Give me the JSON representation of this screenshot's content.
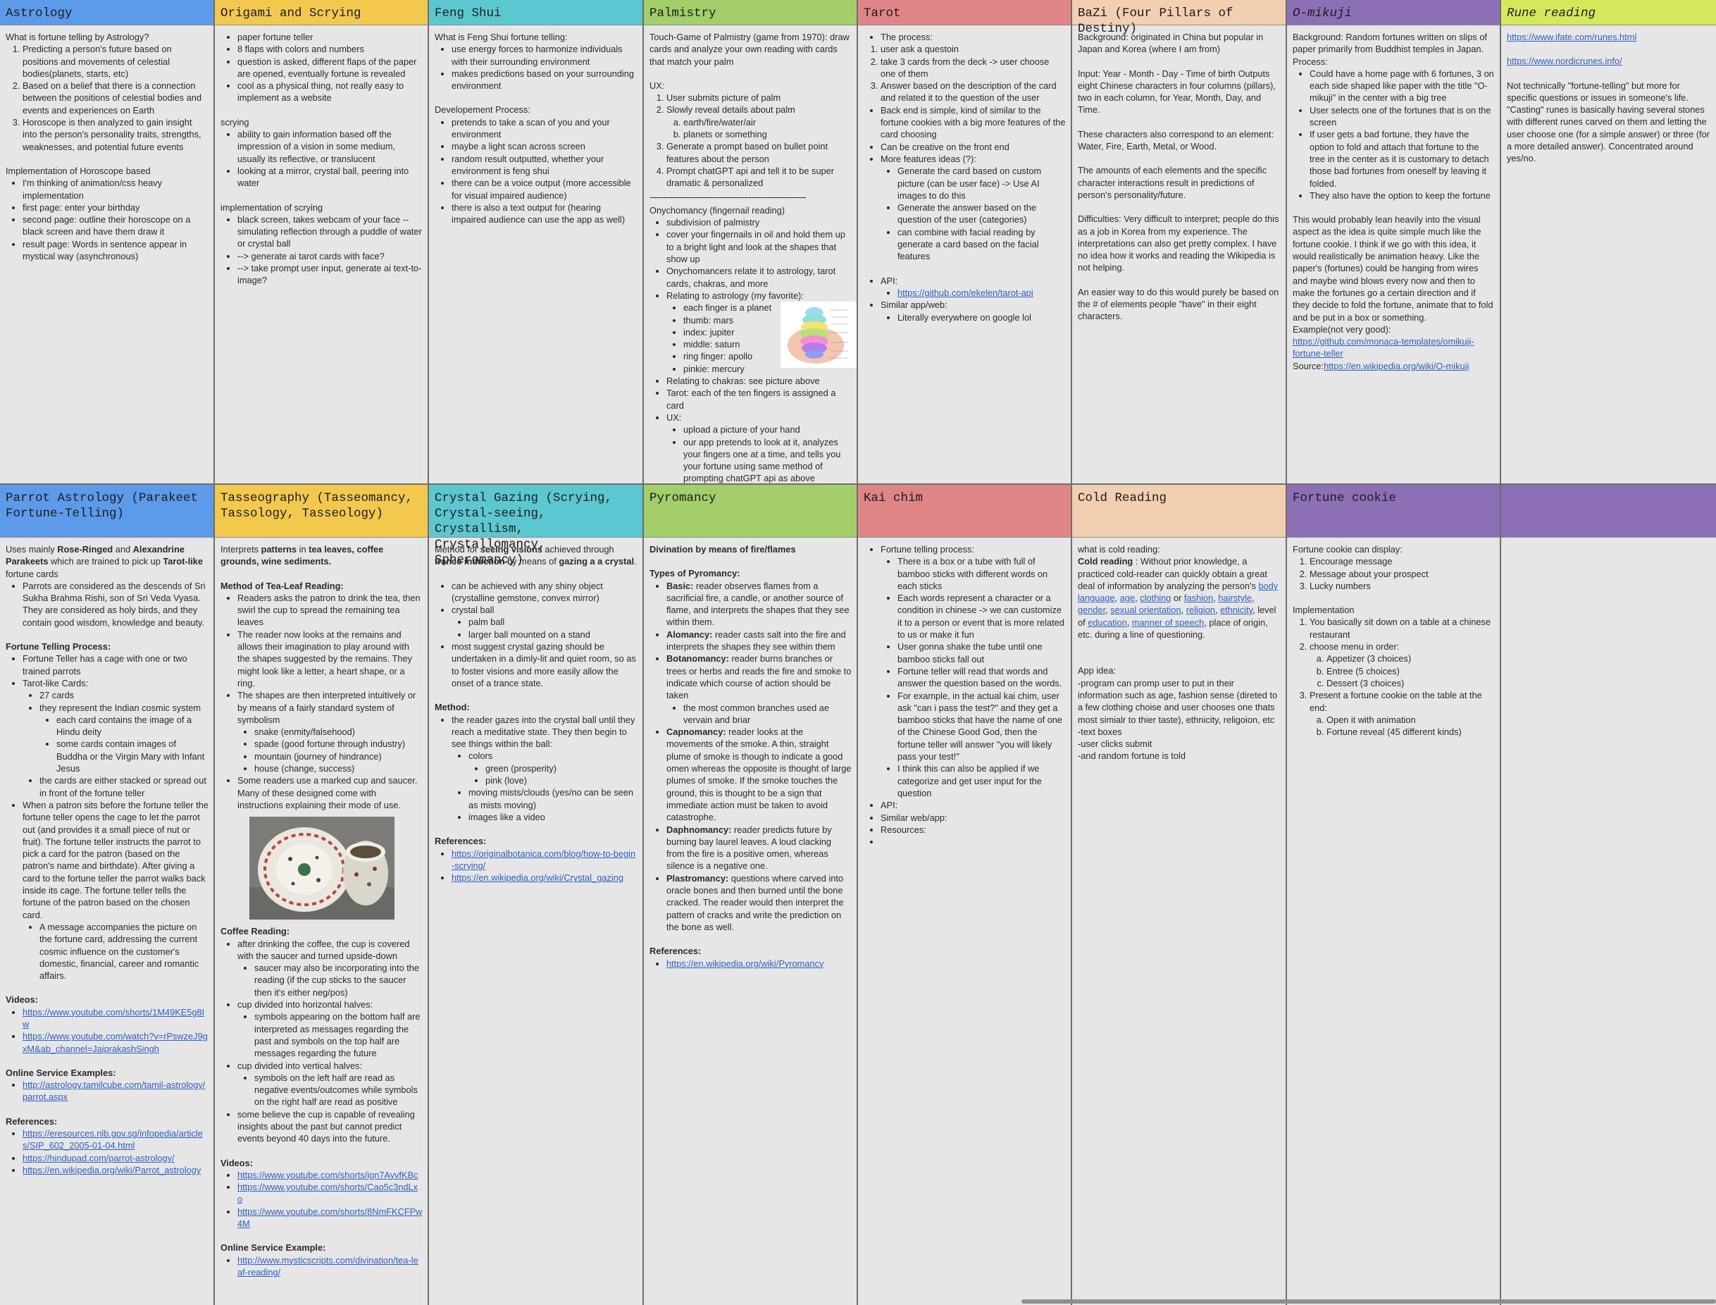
{
  "colors": {
    "blue": "#5b9bea",
    "yellow": "#f2c94c",
    "teal": "#5bc8d0",
    "green": "#a3cf6a",
    "red": "#e08585",
    "peach": "#f3cfb1",
    "purple": "#8c6fb5",
    "lime": "#d6e85a"
  },
  "row1": {
    "astrology": {
      "title": "Astrology",
      "q": "What is fortune telling by Astrology?",
      "list": [
        "Predicting a person's future based on positions and movements of celestial bodies(planets, starts, etc)",
        "Based on a belief that there is a connection between the positions of celestial bodies and events and experiences on Earth",
        "Horoscope is then analyzed to gain insight into the person's personality traits, strengths, weaknesses, and potential future events"
      ],
      "impl": "Implementation of Horoscope based",
      "impl_list": [
        "I'm thinking of animation/css heavy implementation",
        "first page: enter your birthday",
        "second page: outline their horoscope on a black screen and have them draw it",
        "result page: Words in sentence appear in mystical way (asynchronous)"
      ]
    },
    "origami": {
      "title": "Origami and Scrying",
      "list": [
        "paper fortune teller",
        "8 flaps with colors and numbers",
        "question is asked, different flaps of the paper are opened, eventually fortune is revealed",
        "cool as a physical thing, not really easy to implement as a website"
      ],
      "scrying": "scrying",
      "scrying_list": [
        "ability to gain information based off the impression of a vision in some medium, usually its reflective, or translucent",
        "looking at a mirror, crystal ball, peering into water"
      ],
      "impl": "implementation of scrying",
      "impl_list": [
        "black screen, takes webcam of your face -- simulating reflection through a puddle of water or crystal ball",
        "--> generate ai tarot cards with face?",
        "--> take prompt user input, generate ai text-to-image?"
      ]
    },
    "fengshui": {
      "title": "Feng Shui",
      "q": "What is Feng Shui fortune telling:",
      "list": [
        "use energy forces to harmonize individuals with their surrounding environment",
        "makes predictions based on your surrounding environment"
      ],
      "dev": "Developement Process:",
      "dev_list": [
        "pretends to take a scan of you and your environment",
        "maybe a light scan across screen",
        "random result outputted, whether your environment is feng shui",
        "there can be a voice output (more accessible for visual impaired audience)",
        "there is also a text output for (hearing impaired audience can use the app as well)"
      ]
    },
    "palmistry": {
      "title": "Palmistry",
      "intro": "Touch-Game of Palmistry (game from 1970): draw cards and analyze your own reading with cards that match your palm",
      "ux": "UX:",
      "ux_list": [
        "User submits picture of palm",
        "Slowly reveal details about palm",
        "Generate a prompt based on bullet point features about the person",
        "Prompt chatGPT api and tell it to be super dramatic & personalized"
      ],
      "ux_sub": [
        "earth/fire/water/air",
        "planets or something"
      ],
      "divider": "--------------------------------------------------------------------",
      "ony": "Onychomancy (fingernail reading)",
      "ony_list": [
        "subdivision of palmistry",
        "cover your fingernails in oil and hold them up to a bright light and look at the shapes that show up",
        "Onychomancers relate it to astrology, tarot cards, chakras, and more",
        "Relating to astrology (my favorite):"
      ],
      "fingers": [
        "each finger is a planet",
        "thumb: mars",
        "index: jupiter",
        "middle: saturn",
        "ring finger: apollo",
        "pinkie: mercury"
      ],
      "chakras": "Relating to chakras: see picture above",
      "tarot": "Tarot: each of the ten fingers is assigned a card",
      "ux2": "UX:",
      "ux2_list": [
        "upload a picture of your hand",
        "our app pretends to look at it, analyzes your fingers one at a time, and tells you your fortune using same method of prompting chatGPT api as above"
      ]
    },
    "tarot": {
      "title": "Tarot",
      "list": [
        "The process:",
        "user ask a questoin",
        "take 3 cards from the deck -> user choose one of them",
        "Answer based on the description of the card and related it to the question of the user",
        "Back end is simple, kind of similar to the fortune cookies with a big more features of the card choosing",
        "Can be creative on the front end",
        "More features ideas (?):"
      ],
      "ideas": [
        "Generate the card based on custom picture (can be user face) -> Use AI images to do this",
        "Generate the answer based on the question of the user (categories)",
        "can combine with facial reading by generate a card based on the facial features"
      ],
      "api": "API:",
      "api_link": "https://github.com/ekelen/tarot-api",
      "similar": "Similar app/web:",
      "similar_sub": "Literally everywhere on google lol"
    },
    "bazi": {
      "title": "BaZi (Four Pillars of Destiny)",
      "bg": "Background: originated in China but popular in Japan and Korea (where I am from)",
      "input": "Input: Year - Month - Day - Time of birth Outputs eight Chinese characters in four columns (pillars), two in each column, for Year, Month, Day, and Time.",
      "elements": "These characters also correspond to an element: Water, Fire, Earth, Metal, or Wood.",
      "amounts": "The amounts of each elements and the specific character interactions result in predictions of person's personality/future.",
      "diff": "Difficulties: Very difficult to interpret; people do this as a job in Korea from my experience. The interpretations can also get pretty complex. I have no idea how it works and reading the Wikipedia is not helping.",
      "easier": "An easier way to do this would purely be based on the # of elements people \"have\" in their eight characters."
    },
    "omikuji": {
      "title": "O-mikuji",
      "bg": "Background: Random fortunes written on slips of paper primarily from Buddhist temples in Japan.",
      "process": "Process:",
      "list": [
        "Could have a home page with 6 fortunes, 3 on each side shaped like paper with the title \"O-mikuji\" in the center with a big tree",
        "User selects one of the fortunes that is on the screen",
        "If user gets a bad fortune, they have the option to fold and attach that fortune to the tree in the center as it is customary to detach those bad fortunes from oneself by leaving it folded.",
        "They also have the option to keep the fortune"
      ],
      "para": "This would probably lean heavily into the visual aspect as the idea is quite simple much like the fortune cookie. I think if we go with this idea, it would realistically be animation heavy. Like the paper's (fortunes) could be hanging from wires and maybe wind blows every now and then to make the fortunes go a certain direction and if they decide to fold the fortune, animate that to fold and be put in a box or something.",
      "example": "Example(not very good):",
      "example_link": "https://github.com/monaca-templates/omikuji-fortune-teller",
      "source": "Source:",
      "source_link": "https://en.wikipedia.org/wiki/O-mikuji"
    },
    "rune": {
      "title": "Rune reading",
      "link1": "https://www.ifate.com/runes.html",
      "link2": "https://www.nordicrunes.info/",
      "para": "Not technically \"fortune-telling\" but more for specific questions or issues in someone's life. \"Casting\" runes is basically having several stones with different runes carved on them and letting the user choose one (for a simple answer) or three (for a more detailed answer). Concentrated around yes/no."
    }
  },
  "row2": {
    "parrot": {
      "title": "Parrot Astrology (Parakeet Fortune-Telling)",
      "intro_a": "Uses mainly ",
      "intro_b": "Rose-Ringed",
      "intro_c": " and ",
      "intro_d": "Alexandrine Parakeets",
      "intro_e": " which are trained to pick up ",
      "intro_f": "Tarot-like",
      "intro_g": " fortune cards",
      "l1": "Parrots are considered as the descends of Sri Sukha Brahma Rishi, son of Sri Veda Vyasa. They are considered as holy birds, and they contain good wisdom, knowledge and beauty.",
      "ftp": "Fortune Telling Process:",
      "ftp1": "Fortune Teller has a cage with one or two trained parrots",
      "ftp2": "Tarot-like Cards:",
      "c1": "27 cards",
      "c2": "they represent the Indian cosmic system",
      "c2a": "each card contains the image of a Hindu deity",
      "c2b": "some cards contain images of Buddha or the Virgin Mary with Infant Jesus",
      "c3": "the cards are either stacked or spread out in front of the fortune teller",
      "ftp3": "When a patron sits before the fortune teller the fortune teller opens the cage to let the parrot out (and provides it a small piece of nut or fruit). The fortune teller instructs the parrot to pick a card for the patron (based on the patron's name and birthdate). After giving a card to the fortune teller the parrot walks back inside its cage. The fortune teller tells the fortune of the patron based on the chosen card.",
      "ftp3a": "A message accompanies the picture on the fortune card, addressing the current cosmic influence on the customer's domestic, financial, career and romantic affairs.",
      "videos": "Videos:",
      "v1": "https://www.youtube.com/shorts/1M49KE5g8Iw",
      "v2": "https://www.youtube.com/watch?v=rPswzeJ9gxM&ab_channel=JaiprakashSingh",
      "online": "Online Service Examples:",
      "o1": "http://astrology.tamilcube.com/tamil-astrology/parrot.aspx",
      "refs": "References:",
      "r1": "https://eresources.nlb.gov.sg/infopedia/articles/SIP_602_2005-01-04.html",
      "r2": "https://hindupad.com/parrot-astrology/",
      "r3": "https://en.wikipedia.org/wiki/Parrot_astrology"
    },
    "tasseo": {
      "title": "Tasseography (Tasseomancy, Tassology, Tasseology)",
      "intro_a": "Interprets ",
      "intro_b": "patterns",
      "intro_c": " in ",
      "intro_d": "tea leaves, coffee grounds, wine sediments.",
      "method": "Method of Tea-Leaf Reading:",
      "m1": "Readers asks the patron to drink the tea, then swirl the cup to spread the remaining tea leaves",
      "m2": "The reader now looks at the remains and allows their imagination to play around with the shapes suggested by the remains. They might look like a letter, a heart shape, or a ring.",
      "m3": "The shapes are then interpreted intuitively or by means of a fairly standard system of symbolism",
      "s1": "snake (enmity/falsehood)",
      "s2": "spade (good fortune through industry)",
      "s3": "mountain (journey of hindrance)",
      "s4": "house (change, success)",
      "m4": "Some readers use a marked cup and saucer. Many of these designed come with instructions explaining their mode of use.",
      "coffee": "Coffee Reading:",
      "cf1": "after drinking the coffee, the cup is covered with the saucer and turned upside-down",
      "cf1a": "saucer may also be incorporating into the reading (if the cup sticks to the saucer then it's either neg/pos)",
      "cf2": "cup divided into horizontal halves:",
      "cf2a": "symbols appearing on the bottom half are interpreted as messages regarding the past and symbols on the top half are messages regarding the future",
      "cf3": "cup divided into vertical halves:",
      "cf3a": "symbols on the left half are read as negative events/outcomes while symbols on the right half are read as positive",
      "cf4": "some believe the cup is capable of revealing insights about the past but cannot predict events beyond 40 days into the future.",
      "videos": "Videos:",
      "v1": "https://www.youtube.com/shorts/ign7AyvfKBc",
      "v2": "https://www.youtube.com/shorts/Cao5c3ndLxo",
      "v3": "https://www.youtube.com/shorts/8NmFKCFPw4M",
      "online": "Online Service Example:",
      "o1": "http://www.mysticscripts.com/divination/tea-leaf-reading/"
    },
    "crystal": {
      "title": "Crystal Gazing (Scrying, Crystal-seeing, Crystallism, Crystallomancy, Spheromancy)",
      "intro_a": "Method for ",
      "intro_b": "seeing visions",
      "intro_c": " achieved through ",
      "intro_d": "trance induction",
      "intro_e": " by means of ",
      "intro_f": "gazing a a crystal",
      "intro_g": ".",
      "l1": "can be achieved with any shiny object (crystalline gemstone,  convex mirror)",
      "l2": "crystal ball",
      "l2a": "palm ball",
      "l2b": "larger ball mounted on a stand",
      "l3": "most suggest crystal gazing should be undertaken in a dimly-lit and quiet room, so as to foster visions and more easily allow the onset of a trance state.",
      "method": "Method:",
      "m1": "the reader gazes into the crystal ball until they reach a meditative state. They then begin to see things within the ball:",
      "m1a": "colors",
      "m1a1": "green (prosperity)",
      "m1a2": "pink (love)",
      "m1b": "moving mists/clouds (yes/no can be seen as mists moving)",
      "m1c": "images like a video",
      "refs": "References:",
      "r1": "https://originalbotanica.com/blog/how-to-begin-scrying/",
      "r2": "https://en.wikipedia.org/wiki/Crystal_gazing"
    },
    "pyro": {
      "title": "Pyromancy",
      "intro": "Divination by means of fire/flames",
      "types": "Types of Pyromancy:",
      "t1_b": "Basic:",
      "t1": " reader observes flames from a sacrificial fire, a candle, or another source of flame, and interprets the shapes that they see within them.",
      "t2_b": "Alomancy:",
      "t2": " reader casts salt into the fire and interprets the shapes they see within them",
      "t3_b": "Botanomancy:",
      "t3": " reader burns branches or trees or herbs and reads the fire and smoke to indicate which course of action should be taken",
      "t3a": "the most common branches used ae vervain and briar",
      "t4_b": "Capnomancy:",
      "t4": " reader looks at the movements of the smoke. A thin, straight plume of smoke is though to indicate a good omen whereas the opposite is thought of large plumes of smoke. If the smoke touches the ground, this is thought to be a sign that immediate action must be taken to avoid catastrophe.",
      "t5_b": "Daphnomancy:",
      "t5": " reader predicts future by burning bay laurel leaves. A loud clacking from the fire is a positive omen, whereas silence is a negative one.",
      "t6_b": "Plastromancy:",
      "t6": " questions where carved into oracle bones and then burned until the bone cracked. The reader would then interpret the pattern of cracks and write the prediction on the bone as well.",
      "refs": "References:",
      "r1": "https://en.wikipedia.org/wiki/Pyromancy"
    },
    "kaichim": {
      "title": "Kai chim",
      "l1": "Fortune telling process:",
      "p1": "There is a box or a tube with full of bamboo sticks with different words on each sticks",
      "p2": "Each words represent a character or a condition in chinese -> we can customize it to a person or event that is more related to us or make it fun",
      "p3": "User gonna shake the tube until one bamboo sticks fall out",
      "p4": "Fortune teller will read that words and answer the question based on the words.",
      "p5": "For example, in the actual kai chim, user ask \"can i pass the test?\" and they get a bamboo sticks that have the name of one of the Chinese Good God, then the fortune teller will answer \"you will likely pass your test!\"",
      "p6": "I think this can also be applied if we categorize and get user input for the question",
      "api": "API:",
      "similar": "Similar web/app:",
      "resources": "Resources:",
      "empty": ""
    },
    "cold": {
      "title": "Cold Reading",
      "what": "what is cold reading:",
      "def_b": "Cold reading",
      "def_a": " : Without prior knowledge, a practiced cold-reader can quickly obtain a great deal of information by analyzing the person's ",
      "k1": "body language",
      "k2": "age",
      "k3": "clothing",
      "k3or": " or ",
      "k4": "fashion",
      "k5": "hairstyle",
      "k6": "gender",
      "k7": "sexual orientation",
      "k8": "religion",
      "k9": "ethnicity",
      "k9tail": ", level of ",
      "k10": "education",
      "k11": "manner of speech",
      "tail": ", place of origin, etc. during a line of questioning.",
      "app": "App idea:",
      "a1": "-program can promp user to put in their information such as age, fashion sense (direted to a few clothing choise and user chooses one thats most simialr to thier taste), ethnicity, religoion, etc",
      "a2": "-text boxes",
      "a3": "-user clicks submit",
      "a4": "-and random fortune is told"
    },
    "cookie": {
      "title": "Fortune cookie",
      "display": "Fortune cookie can display:",
      "d1": "Encourage message",
      "d2": "Message about your prospect",
      "d3": "Lucky numbers",
      "impl": "Implementation",
      "i1": "You basically sit down on a table at a chinese restaurant",
      "i2": "choose menu in order:",
      "i2a": "Appetizer (3 choices)",
      "i2b": "Entree (5 choices)",
      "i2c": "Dessert (3 choices)",
      "i3": "Present a fortune cookie on the table at the end:",
      "i3a": "Open it with animation",
      "i3b": "Fortune reveal (45 different kinds)"
    },
    "blank": {
      "title": ""
    }
  }
}
